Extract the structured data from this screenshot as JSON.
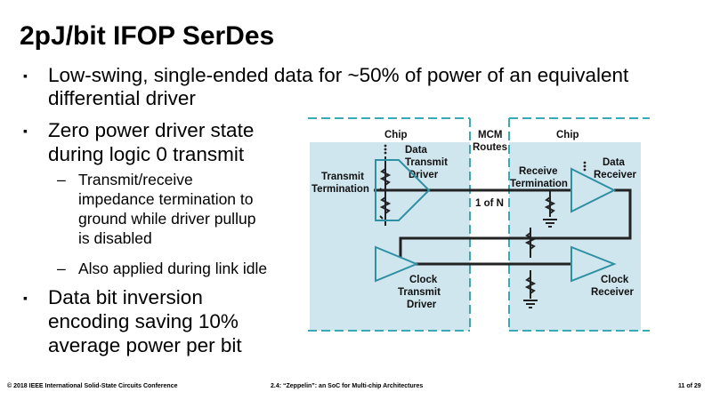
{
  "slide": {
    "title": "2pJ/bit IFOP SerDes",
    "bullets": [
      {
        "lines": [
          "Low-swing, single-ended data for ~50% of power of an equivalent",
          "differential driver"
        ]
      },
      {
        "lines": [
          "Zero power driver state",
          "during logic 0 transmit"
        ]
      },
      {
        "lines": [
          "Data bit inversion",
          "encoding saving 10%",
          "average power per bit"
        ]
      }
    ],
    "sub_bullets": [
      {
        "lines": [
          "Transmit/receive",
          "impedance termination to",
          "ground while driver pullup",
          "is disabled"
        ]
      },
      {
        "lines": [
          "Also applied during link idle"
        ]
      }
    ]
  },
  "diagram": {
    "chip_left": "Chip",
    "chip_right": "Chip",
    "mcm_routes": [
      "MCM",
      "Routes"
    ],
    "data_transmit_driver": [
      "Data",
      "Transmit",
      "Driver"
    ],
    "transmit_termination": [
      "Transmit",
      "Termination"
    ],
    "one_of_n": "1 of N",
    "receive_termination": [
      "Receive",
      "Termination"
    ],
    "data_receiver": [
      "Data",
      "Receiver"
    ],
    "clock_transmit_driver": [
      "Clock",
      "Transmit",
      "Driver"
    ],
    "clock_receiver": [
      "Clock",
      "Receiver"
    ],
    "colors": {
      "chip_fill": "#cfe6ef",
      "dash": "#39a9b8",
      "wire": "#222222",
      "driver": "#2f8fa3"
    }
  },
  "footer": {
    "left": "© 2018 IEEE International Solid-State Circuits Conference",
    "center": "2.4: “Zeppelin”: an SoC for Multi-chip Architectures",
    "right": "11 of 29"
  }
}
